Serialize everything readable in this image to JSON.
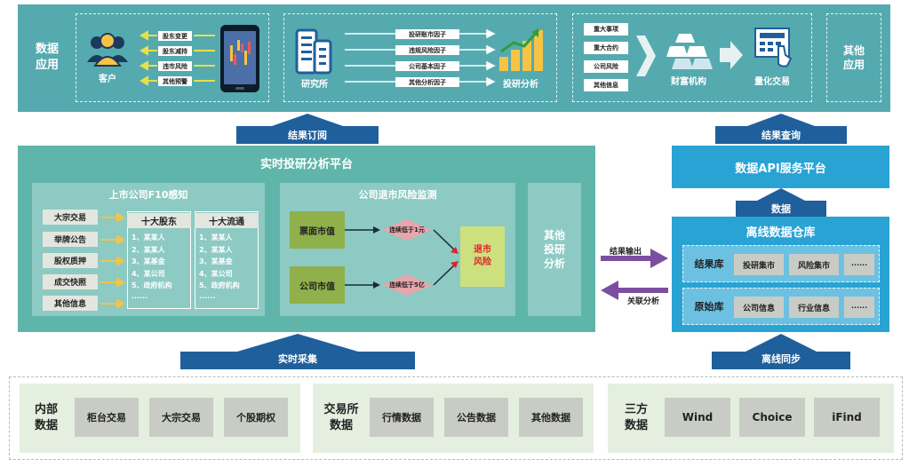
{
  "top": {
    "data_apps": "数据\n应用",
    "customer": {
      "label": "客户",
      "items": [
        "股东变更",
        "股东减持",
        "违市风险",
        "其他预警"
      ]
    },
    "institute": {
      "label": "研究所",
      "items": [
        "投研账市因子",
        "违规风险因子",
        "公司基本因子",
        "其他分析因子"
      ]
    },
    "invest_analysis": "投研分析",
    "events": [
      "重大事项",
      "重大合约",
      "公司风险",
      "其他信息"
    ],
    "wealth": "财富机构",
    "quant": "量化交易",
    "other_apps": "其他\n应用"
  },
  "arrows": {
    "subscribe": "结果订阅",
    "query": "结果查询",
    "data": "数据",
    "realtime_collect": "实时采集",
    "offline_sync": "离线同步",
    "output": "结果输出",
    "correlate": "关联分析"
  },
  "platform": {
    "title": "实时投研分析平台",
    "f10": {
      "title": "上市公司F10感知",
      "left_items": [
        "大宗交易",
        "举牌公告",
        "股权质押",
        "成交快照",
        "其他信息"
      ],
      "top10_holders": {
        "title": "十大股东",
        "rows": [
          "1、某某人",
          "2、某某人",
          "3、某基金",
          "4、某公司",
          "5、政府机构",
          "······"
        ]
      },
      "top10_float": {
        "title": "十大流通",
        "rows": [
          "1、某某人",
          "2、某某人",
          "3、某基金",
          "4、某公司",
          "5、政府机构",
          "······"
        ]
      }
    },
    "risk": {
      "title": "公司退市风险监测",
      "stock_value": "票面市值",
      "company_value": "公司市值",
      "cond1": "连续低于1元",
      "cond2": "连续低于5亿",
      "result": "退市\n风险"
    },
    "other": "其他\n投研\n分析"
  },
  "api": {
    "title": "数据API服务平台"
  },
  "warehouse": {
    "title": "离线数据仓库",
    "result_label": "结果库",
    "result_items": [
      "投研集市",
      "风险集市",
      "······"
    ],
    "raw_label": "原始库",
    "raw_items": [
      "公司信息",
      "行业信息",
      "······"
    ]
  },
  "sources": {
    "internal": {
      "label": "内部\n数据",
      "items": [
        "柜台交易",
        "大宗交易",
        "个股期权"
      ]
    },
    "exchange": {
      "label": "交易所\n数据",
      "items": [
        "行情数据",
        "公告数据",
        "其他数据"
      ]
    },
    "third": {
      "label": "三方\n数据",
      "items": [
        "Wind",
        "Choice",
        "iFind"
      ]
    }
  },
  "colors": {
    "teal_top": "#55aab0",
    "teal_platform": "#5fb5aa",
    "blue_arrow": "#1f5f9c",
    "api_blue": "#29a3d4",
    "purple": "#7b4fa0",
    "green_box": "#8fb04a",
    "lime": "#cde07e",
    "pink": "#e8a6ac",
    "red": "#e0232a",
    "gray_box": "#c9ccc5"
  }
}
